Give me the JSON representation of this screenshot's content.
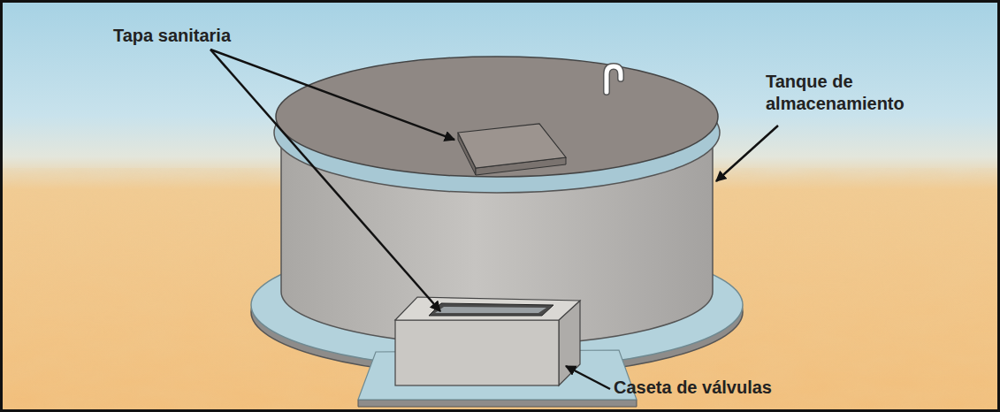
{
  "diagram": {
    "labels": [
      "Tapa sanitaria",
      "Tanque de almacenamiento",
      "Caseta de válvulas"
    ]
  }
}
